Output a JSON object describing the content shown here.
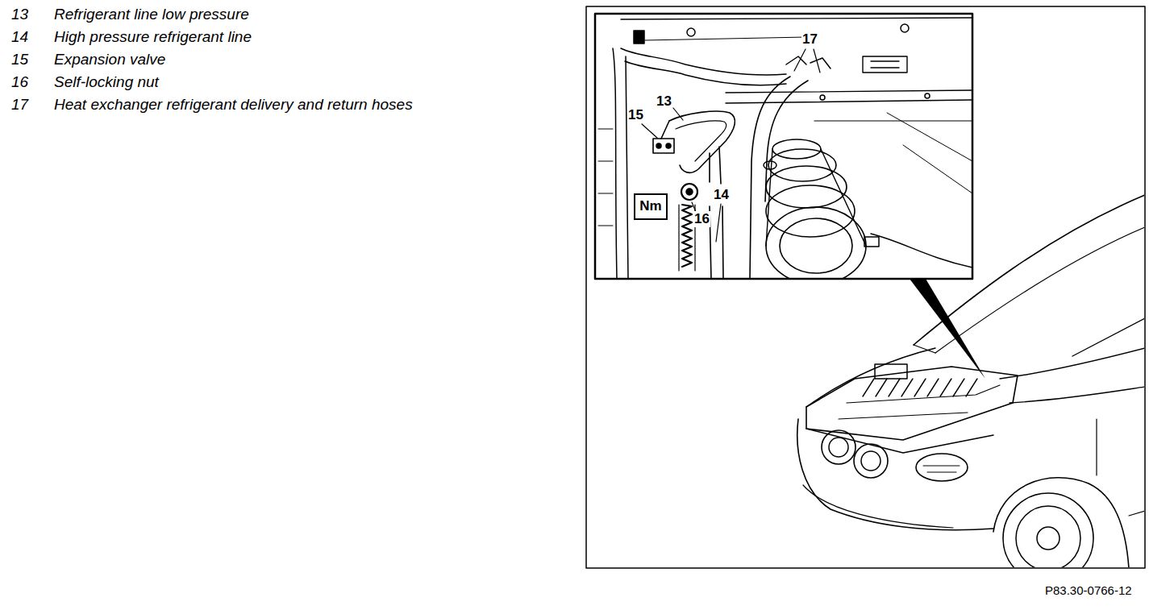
{
  "diagram": {
    "nodes": [
      {
        "text": [
          "Nm"
        ]
      }
    ],
    "labels": [
      "13",
      "Refrigerant line low pressure",
      "14",
      "High pressure refrigerant line",
      "15",
      "Expansion valve",
      "16",
      "Self-locking nut",
      "17",
      "Heat exchanger refrigerant delivery and return hoses",
      "17",
      "13",
      "15",
      "14",
      "16",
      "P83.30-0766-12"
    ]
  }
}
